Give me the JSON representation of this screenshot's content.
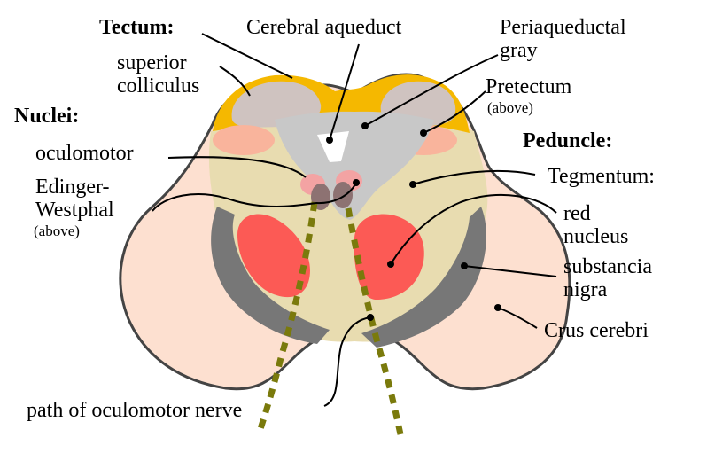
{
  "colors": {
    "background": "#ffffff",
    "crus_cerebri": "#fde0d0",
    "tegmentum": "#e8dcb0",
    "tectum": "#f5b800",
    "colliculus": "#cfc3c0",
    "periaqueductal_gray": "#c8c8c8",
    "pretectum": "#f9b49c",
    "substancia_nigra": "#777777",
    "red_nucleus": "#fc5a55",
    "oculomotor_nucleus": "#f3a3a3",
    "edinger_westphal": "#8d7272",
    "nerve_path": "#7a7a0c",
    "outline": "#444444"
  },
  "labels": {
    "tectum_header": "Tectum:",
    "superior_colliculus_1": "superior",
    "superior_colliculus_2": "colliculus",
    "cerebral_aqueduct": "Cerebral aqueduct",
    "periaqueductal_1": "Periaqueductal",
    "periaqueductal_2": "gray",
    "pretectum": "Pretectum",
    "pretectum_note": "(above)",
    "nuclei_header": "Nuclei:",
    "oculomotor": "oculomotor",
    "edinger_1": "Edinger-",
    "edinger_2": "Westphal",
    "edinger_note": "(above)",
    "peduncle_header": "Peduncle:",
    "tegmentum": "Tegmentum:",
    "red_nucleus_1": "red",
    "red_nucleus_2": "nucleus",
    "substancia_nigra_1": "substancia",
    "substancia_nigra_2": "nigra",
    "crus_cerebri": "Crus cerebri",
    "nerve_path": "path of oculomotor nerve"
  }
}
